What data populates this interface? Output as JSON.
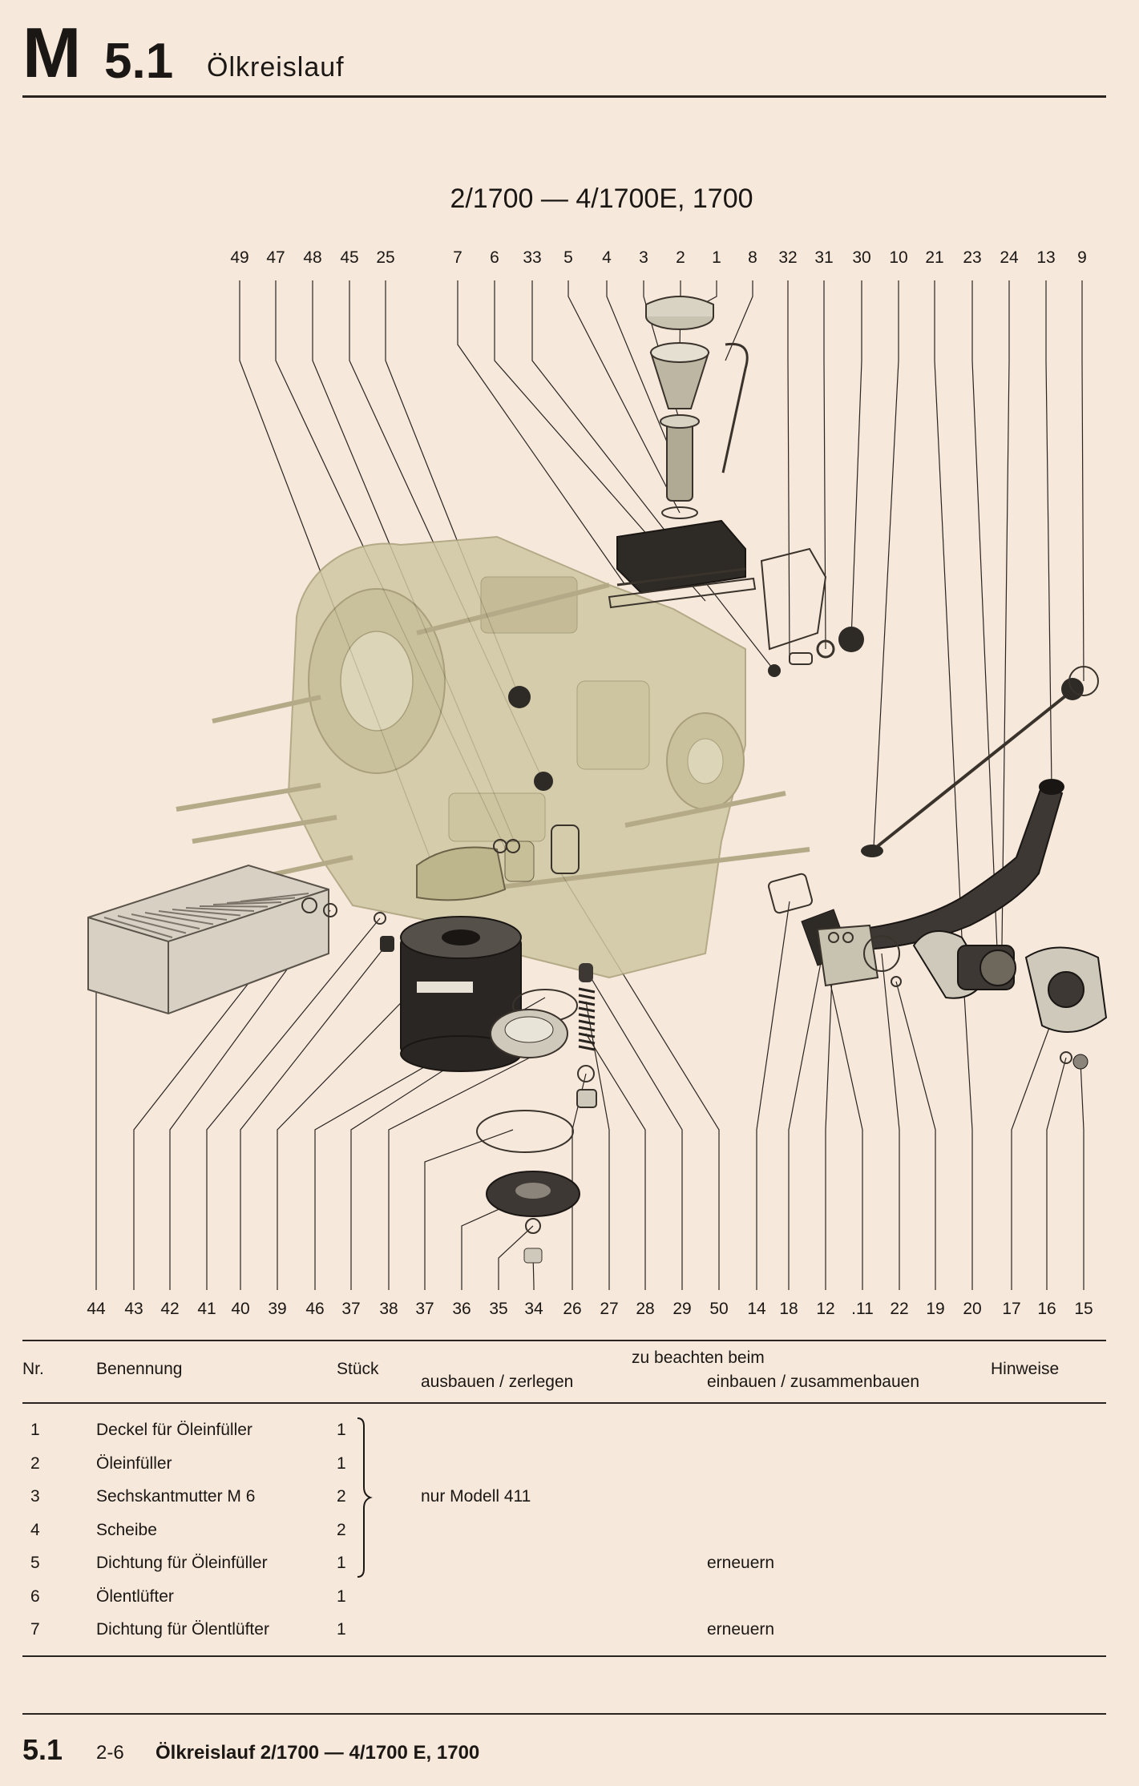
{
  "header": {
    "letter": "M",
    "section": "5.1",
    "title": "Ölkreislauf"
  },
  "subtitle": "2/1700 — 4/1700E, 1700",
  "diagram": {
    "top_callouts": [
      "49",
      "47",
      "48",
      "45",
      "25",
      "7",
      "6",
      "33",
      "5",
      "4",
      "3",
      "2",
      "1",
      "8",
      "32",
      "31",
      "30",
      "10",
      "21",
      "23",
      "24",
      "13",
      "9"
    ],
    "bottom_callouts": [
      "44",
      "43",
      "42",
      "41",
      "40",
      "39",
      "46",
      "37",
      "38",
      "37",
      "36",
      "35",
      "34",
      "26",
      "27",
      "28",
      "29",
      "50",
      "14",
      "18",
      "12",
      ".11",
      "22",
      "19",
      "20",
      "17",
      "16",
      "15"
    ]
  },
  "table": {
    "headers": {
      "nr": "Nr.",
      "benennung": "Benennung",
      "stueck": "Stück",
      "zu_beachten": "zu beachten beim",
      "ausbauen": "ausbauen / zerlegen",
      "einbauen": "einbauen / zusammenbauen",
      "hinweise": "Hinweise"
    },
    "rows": [
      {
        "nr": "1",
        "benennung": "Deckel für Öleinfüller",
        "stueck": "1",
        "ausbauen": "",
        "einbauen": ""
      },
      {
        "nr": "2",
        "benennung": "Öleinfüller",
        "stueck": "1",
        "ausbauen": "",
        "einbauen": ""
      },
      {
        "nr": "3",
        "benennung": "Sechskantmutter M 6",
        "stueck": "2",
        "ausbauen": "nur Modell 411",
        "einbauen": ""
      },
      {
        "nr": "4",
        "benennung": "Scheibe",
        "stueck": "2",
        "ausbauen": "",
        "einbauen": ""
      },
      {
        "nr": "5",
        "benennung": "Dichtung für Öleinfüller",
        "stueck": "1",
        "ausbauen": "",
        "einbauen": "erneuern"
      },
      {
        "nr": "6",
        "benennung": "Ölentlüfter",
        "stueck": "1",
        "ausbauen": "",
        "einbauen": ""
      },
      {
        "nr": "7",
        "benennung": "Dichtung für Ölentlüfter",
        "stueck": "1",
        "ausbauen": "",
        "einbauen": "erneuern"
      }
    ]
  },
  "footer": {
    "section": "5.1",
    "page": "2-6",
    "title": "Ölkreislauf 2/1700 — 4/1700 E, 1700"
  },
  "colors": {
    "paper": "#f6e8da",
    "ink": "#1b1714",
    "engine_tint": "#c9c29c"
  }
}
